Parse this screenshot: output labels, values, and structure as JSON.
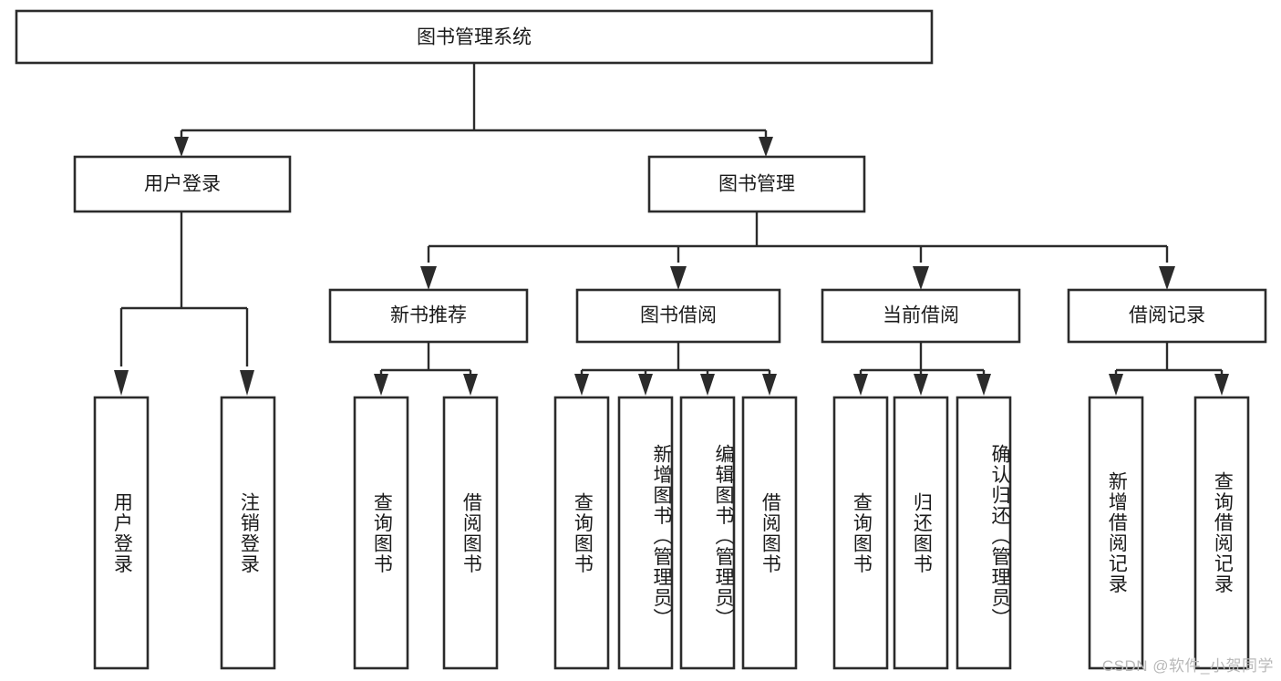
{
  "diagram": {
    "title": "图书管理系统",
    "type": "hierarchy-tree",
    "watermark": "CSDN @软件_小贺同学",
    "colors": {
      "stroke": "#2b2b2b",
      "fill": "#ffffff",
      "text": "#1a1a1a",
      "watermark": "#b9b9b9"
    },
    "levels": {
      "level1": [
        {
          "id": "root",
          "label": "图书管理系统",
          "orientation": "horizontal"
        }
      ],
      "level2": [
        {
          "id": "user-login",
          "label": "用户登录",
          "orientation": "horizontal"
        },
        {
          "id": "book-management",
          "label": "图书管理",
          "orientation": "horizontal"
        }
      ],
      "level3": [
        {
          "id": "new-book-recommend",
          "label": "新书推荐",
          "orientation": "horizontal"
        },
        {
          "id": "book-borrow",
          "label": "图书借阅",
          "orientation": "horizontal"
        },
        {
          "id": "current-borrow",
          "label": "当前借阅",
          "orientation": "horizontal"
        },
        {
          "id": "borrow-record",
          "label": "借阅记录",
          "orientation": "horizontal"
        }
      ],
      "level4": [
        {
          "id": "leaf-user-login",
          "label": "用户登录",
          "parent": "user-login",
          "orientation": "vertical"
        },
        {
          "id": "leaf-logout-login",
          "label": "注销登录",
          "parent": "user-login",
          "orientation": "vertical"
        },
        {
          "id": "leaf-query-book-1",
          "label": "查询图书",
          "parent": "new-book-recommend",
          "orientation": "vertical"
        },
        {
          "id": "leaf-borrow-book-1",
          "label": "借阅图书",
          "parent": "new-book-recommend",
          "orientation": "vertical"
        },
        {
          "id": "leaf-query-book-2",
          "label": "查询图书",
          "parent": "book-borrow",
          "orientation": "vertical"
        },
        {
          "id": "leaf-add-book",
          "label": "新增图书（管理员）",
          "parent": "book-borrow",
          "orientation": "vertical"
        },
        {
          "id": "leaf-edit-book",
          "label": "编辑图书（管理员）",
          "parent": "book-borrow",
          "orientation": "vertical"
        },
        {
          "id": "leaf-borrow-book-2",
          "label": "借阅图书",
          "parent": "book-borrow",
          "orientation": "vertical"
        },
        {
          "id": "leaf-query-book-3",
          "label": "查询图书",
          "parent": "current-borrow",
          "orientation": "vertical"
        },
        {
          "id": "leaf-return-book",
          "label": "归还图书",
          "parent": "current-borrow",
          "orientation": "vertical"
        },
        {
          "id": "leaf-confirm-return",
          "label": "确认归还（管理员）",
          "parent": "current-borrow",
          "orientation": "vertical"
        },
        {
          "id": "leaf-add-record",
          "label": "新增借阅记录",
          "parent": "borrow-record",
          "orientation": "vertical"
        },
        {
          "id": "leaf-query-record",
          "label": "查询借阅记录",
          "parent": "borrow-record",
          "orientation": "vertical"
        }
      ]
    }
  }
}
